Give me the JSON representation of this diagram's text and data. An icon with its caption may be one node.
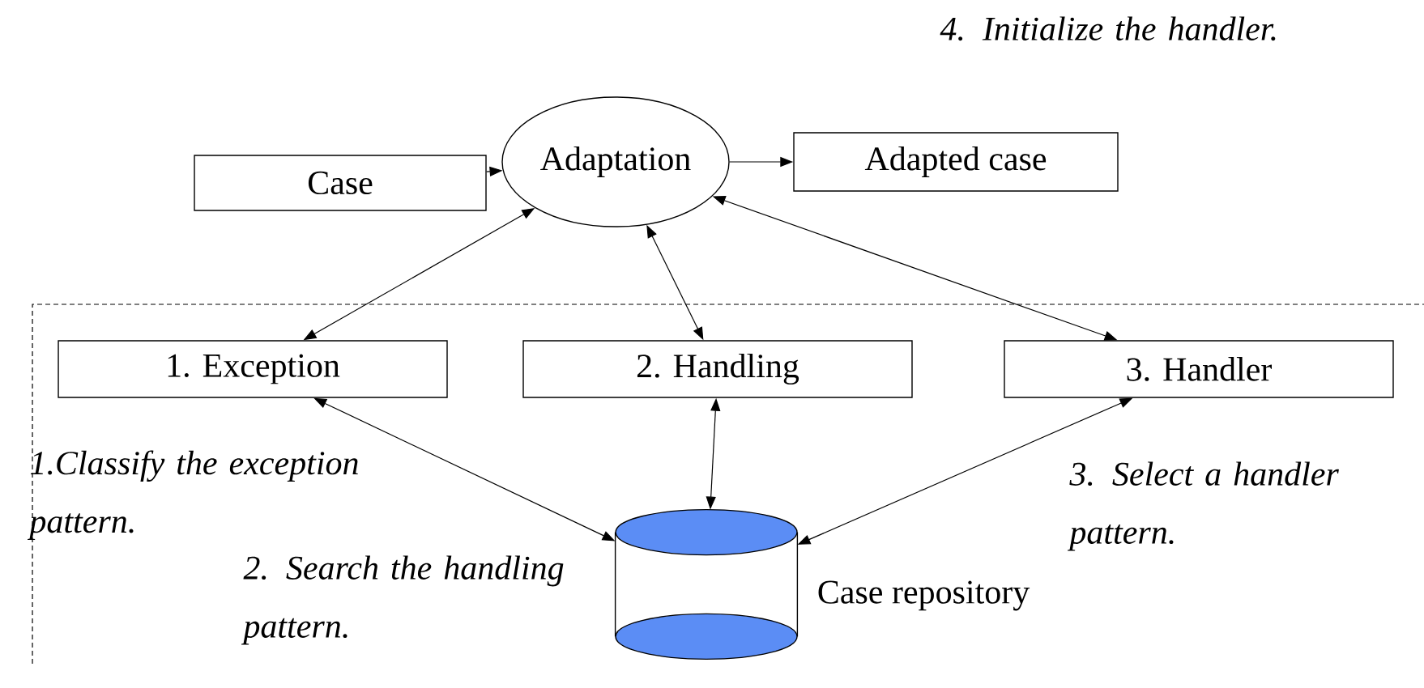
{
  "diagram": {
    "nodes": [
      {
        "text": [
          "Case"
        ]
      },
      {
        "text": [
          "Adaptation"
        ]
      },
      {
        "text": [
          "Adapted case"
        ]
      },
      {
        "text": [
          "1. Exception"
        ]
      },
      {
        "text": [
          "2. Handling"
        ]
      },
      {
        "text": [
          "3. Handler"
        ]
      },
      {
        "text": [],
        "shape": "cylinder",
        "beside": [
          "Case repository"
        ]
      }
    ],
    "edges": [
      {
        "from": 0,
        "to": 1,
        "arrow": "to"
      },
      {
        "from": 1,
        "to": 2,
        "arrow": "to"
      },
      {
        "from": 1,
        "to": 3,
        "arrow": "both"
      },
      {
        "from": 1,
        "to": 4,
        "arrow": "both"
      },
      {
        "from": 1,
        "to": 5,
        "arrow": "both"
      },
      {
        "from": 3,
        "to": 6,
        "arrow": "both"
      },
      {
        "from": 4,
        "to": 6,
        "arrow": "both"
      },
      {
        "from": 5,
        "to": 6,
        "arrow": "both"
      }
    ],
    "labels": [
      "4. Initialize the handler.",
      "1.Classify the exception pattern.",
      "3. Select a handler pattern.",
      "2. Search the handling pattern."
    ]
  }
}
